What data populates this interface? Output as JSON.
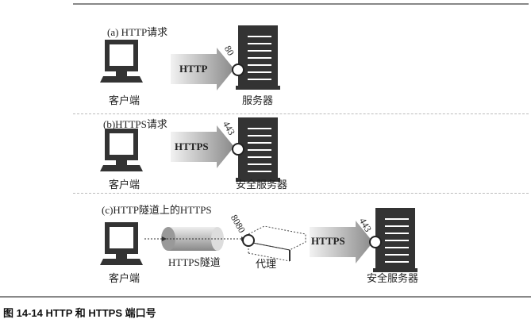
{
  "panels": [
    {
      "title": "(a) HTTP请求",
      "client": "客户端",
      "arrow": "HTTP",
      "port": "80",
      "server": "服务器"
    },
    {
      "title": "(b)HTTPS请求",
      "client": "客户端",
      "arrow": "HTTPS",
      "port": "443",
      "server": "安全服务器"
    },
    {
      "title": "(c)HTTP隧道上的HTTPS",
      "client": "客户端",
      "tunnel": "HTTPS隧道",
      "proxy_port": "8080",
      "proxy": "代理",
      "arrow": "HTTPS",
      "port": "443",
      "server": "安全服务器"
    }
  ],
  "caption": "图 14-14   HTTP 和 HTTPS 端口号"
}
